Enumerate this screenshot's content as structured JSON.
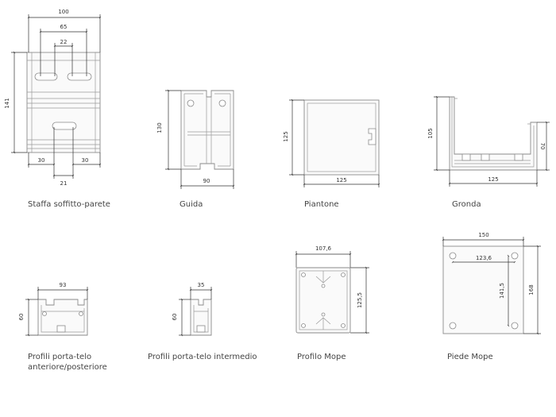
{
  "profiles": {
    "staffa": {
      "name": "Staffa soffitto-parete",
      "dims": {
        "width": "100",
        "holes_outer": "65",
        "holes_inner": "22",
        "height": "141",
        "bottom_left": "30",
        "bottom_right": "30",
        "bottom_slot": "21"
      }
    },
    "guida": {
      "name": "Guida",
      "dims": {
        "height": "130",
        "width": "90"
      }
    },
    "piantone": {
      "name": "Piantone",
      "dims": {
        "height": "125",
        "width": "125"
      }
    },
    "gronda": {
      "name": "Gronda",
      "dims": {
        "height": "105",
        "width": "125",
        "lip": "70"
      }
    },
    "porta_telo": {
      "name_line1": "Profili porta-telo",
      "name_line2": "anteriore/posteriore",
      "dims": {
        "width": "93",
        "height": "60"
      }
    },
    "porta_telo_intermedio": {
      "name": "Profili porta-telo intermedio",
      "dims": {
        "width": "35",
        "height": "60"
      }
    },
    "mope": {
      "name": "Profilo Mope",
      "dims": {
        "width": "107,6",
        "height": "125,5"
      }
    },
    "piede": {
      "name": "Piede Mope",
      "dims": {
        "width": "150",
        "inner_width": "123,6",
        "inner_height": "141,5",
        "height": "168"
      }
    }
  }
}
